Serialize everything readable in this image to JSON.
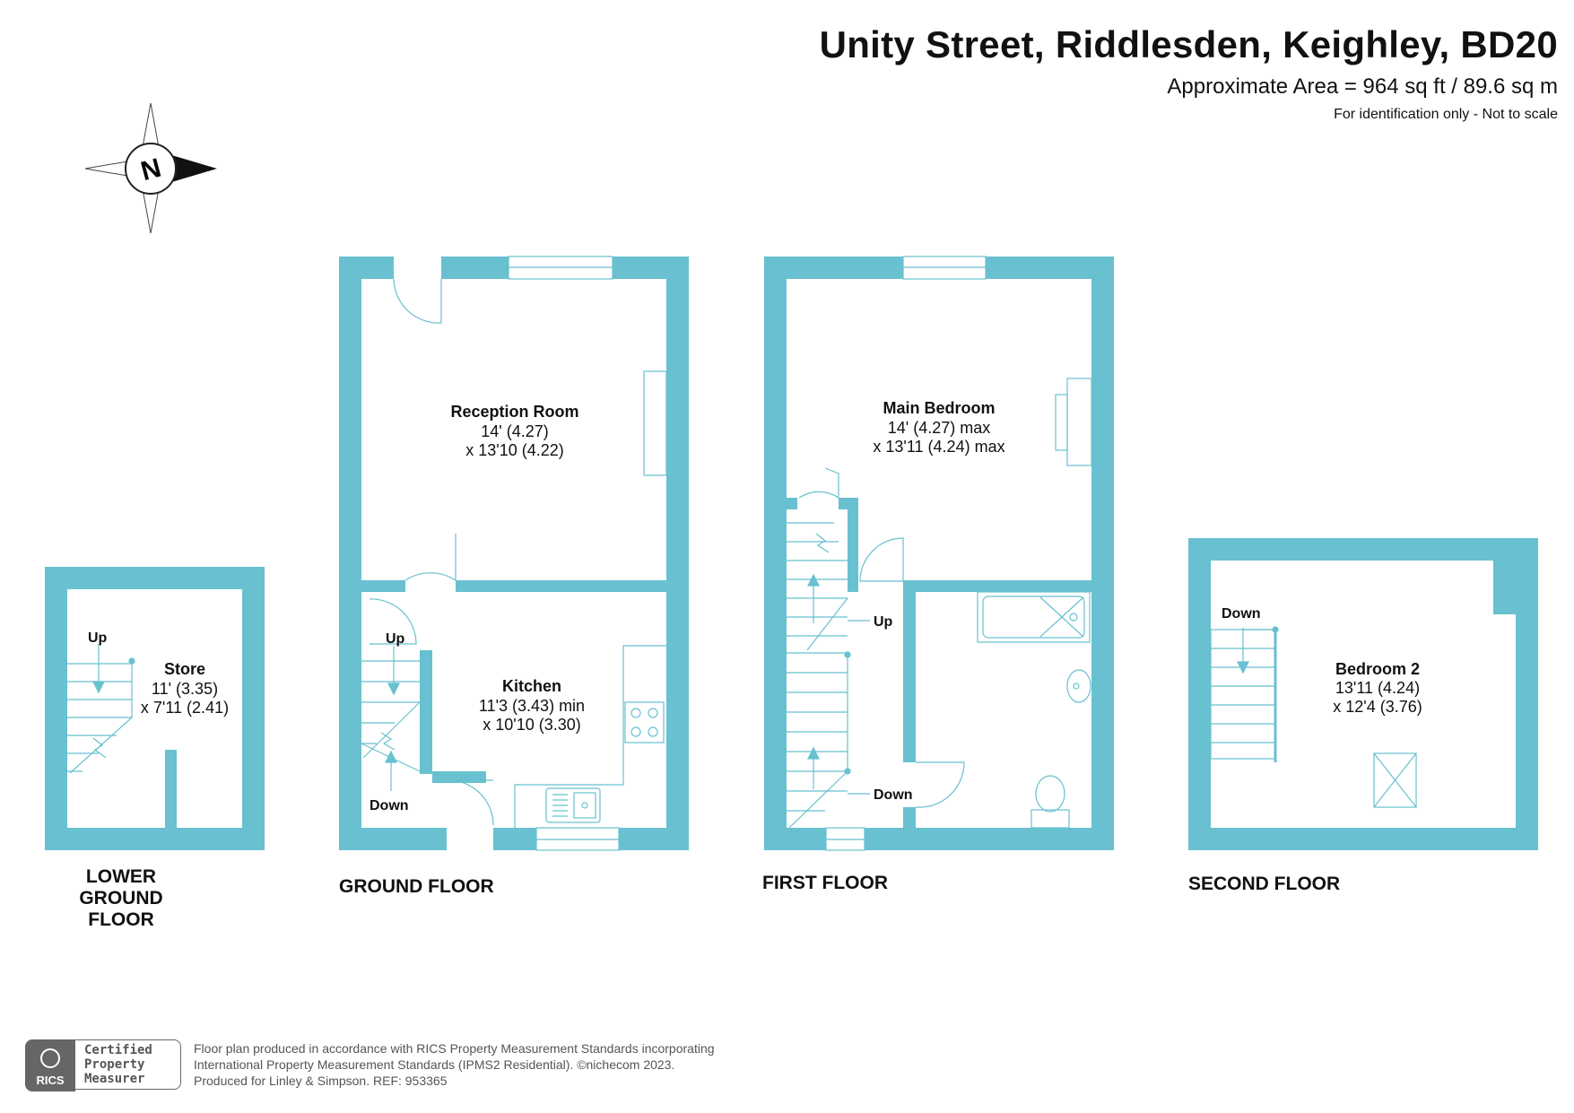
{
  "header": {
    "title": "Unity Street, Riddlesden, Keighley, BD20",
    "area": "Approximate Area = 964 sq ft / 89.6 sq m",
    "note": "For identification only - Not to scale"
  },
  "compass": {
    "letter": "N"
  },
  "floors": {
    "lower_ground": {
      "label": "LOWER\nGROUND FLOOR",
      "stairs_label": "Up",
      "rooms": [
        {
          "name": "Store",
          "dim1": "11' (3.35)",
          "dim2": "x 7'11 (2.41)"
        }
      ]
    },
    "ground": {
      "label": "GROUND FLOOR",
      "stairs_up": "Up",
      "stairs_down": "Down",
      "rooms": [
        {
          "name": "Reception Room",
          "dim1": "14' (4.27)",
          "dim2": "x 13'10 (4.22)"
        },
        {
          "name": "Kitchen",
          "dim1": "11'3 (3.43) min",
          "dim2": "x 10'10 (3.30)"
        }
      ]
    },
    "first": {
      "label": "FIRST FLOOR",
      "stairs_up": "Up",
      "stairs_down": "Down",
      "rooms": [
        {
          "name": "Main Bedroom",
          "dim1": "14' (4.27) max",
          "dim2": "x 13'11 (4.24) max"
        }
      ]
    },
    "second": {
      "label": "SECOND FLOOR",
      "stairs_label": "Down",
      "rooms": [
        {
          "name": "Bedroom 2",
          "dim1": "13'11 (4.24)",
          "dim2": "x 12'4 (3.76)"
        }
      ]
    }
  },
  "footer": {
    "badge_org": "RICS",
    "badge_lines": [
      "Certified",
      "Property",
      "Measurer"
    ],
    "line1": "Floor plan produced in accordance with RICS Property Measurement Standards incorporating",
    "line2": "International Property Measurement Standards (IPMS2 Residential).   ©nichecom 2023.",
    "line3": "Produced for Linley & Simpson.    REF:  953365"
  },
  "colors": {
    "wall": "#68c0d0",
    "text": "#111111",
    "footer_text": "#555555"
  }
}
